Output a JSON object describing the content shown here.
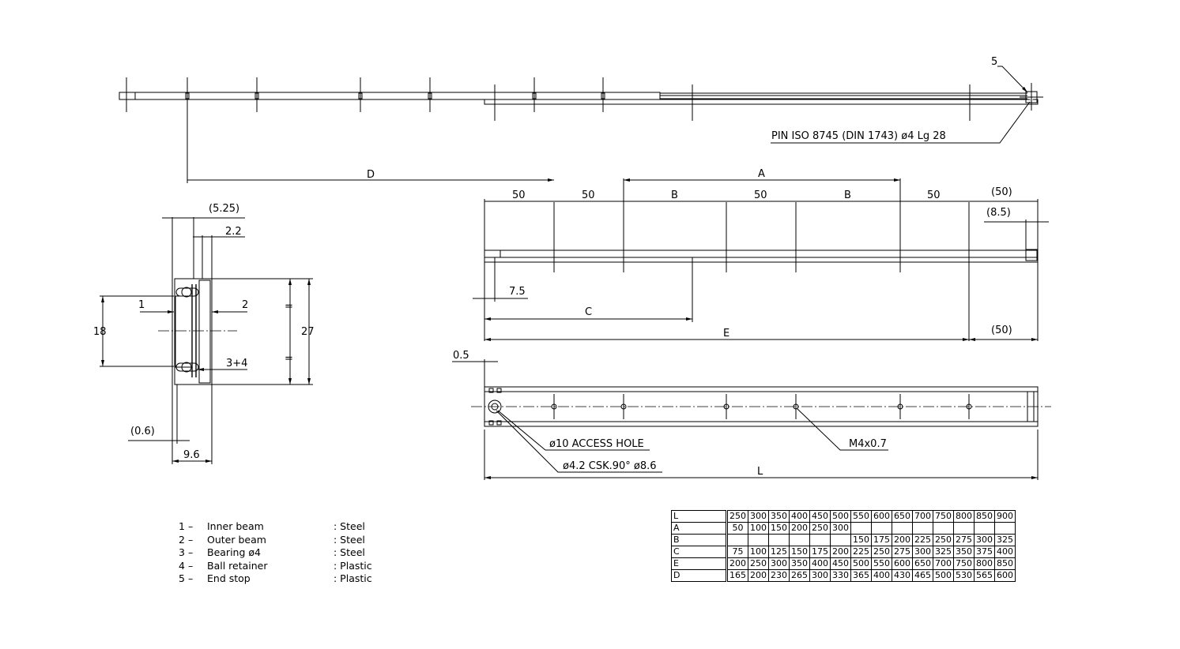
{
  "drawing": {
    "title_note": "Telescopic slide technical drawing",
    "callouts": {
      "end_stop_ref": "5",
      "pin_spec": "PIN ISO 8745 (DIN 1743) ø4 Lg 28",
      "access_hole": "ø10 ACCESS HOLE",
      "countersink": "ø4.2 CSK.90° ø8.6",
      "thread": "M4x0.7"
    },
    "top_view_dims": {
      "D": "D"
    },
    "side_view_dims": {
      "A": "A",
      "seg1": "50",
      "seg2": "50",
      "seg3": "B",
      "seg4": "50",
      "seg5": "B",
      "seg6": "50",
      "seg7": "(50)",
      "end_offset": "(8.5)",
      "start_offset": "7.5",
      "C": "C",
      "E": "E",
      "tail": "(50)"
    },
    "bottom_view_dims": {
      "edge": "0.5",
      "L": "L"
    },
    "section_dims": {
      "w_total": "(5.25)",
      "w_inner": "2.2",
      "h_inner": "18",
      "h_total": "27",
      "eq_top": "=",
      "eq_bottom": "=",
      "lbl1": "1",
      "lbl2": "2",
      "lbl34": "3+4",
      "gap": "(0.6)",
      "width": "9.6"
    }
  },
  "legend": [
    {
      "num": "1",
      "dash": "–",
      "name": "Inner beam",
      "material": ": Steel"
    },
    {
      "num": "2",
      "dash": "–",
      "name": "Outer beam",
      "material": ": Steel"
    },
    {
      "num": "3",
      "dash": "–",
      "name": "Bearing ø4",
      "material": ": Steel"
    },
    {
      "num": "4",
      "dash": "–",
      "name": "Ball retainer",
      "material": ": Plastic"
    },
    {
      "num": "5",
      "dash": "–",
      "name": "End stop",
      "material": ": Plastic"
    }
  ],
  "dimension_table": {
    "rows": [
      {
        "label": "L",
        "values": [
          "250",
          "300",
          "350",
          "400",
          "450",
          "500",
          "550",
          "600",
          "650",
          "700",
          "750",
          "800",
          "850",
          "900"
        ]
      },
      {
        "label": "A",
        "values": [
          "50",
          "100",
          "150",
          "200",
          "250",
          "300",
          "",
          "",
          "",
          "",
          "",
          "",
          "",
          ""
        ]
      },
      {
        "label": "B",
        "values": [
          "",
          "",
          "",
          "",
          "",
          "",
          "150",
          "175",
          "200",
          "225",
          "250",
          "275",
          "300",
          "325"
        ]
      },
      {
        "label": "C",
        "values": [
          "75",
          "100",
          "125",
          "150",
          "175",
          "200",
          "225",
          "250",
          "275",
          "300",
          "325",
          "350",
          "375",
          "400"
        ]
      },
      {
        "label": "E",
        "values": [
          "200",
          "250",
          "300",
          "350",
          "400",
          "450",
          "500",
          "550",
          "600",
          "650",
          "700",
          "750",
          "800",
          "850"
        ]
      },
      {
        "label": "D",
        "values": [
          "165",
          "200",
          "230",
          "265",
          "300",
          "330",
          "365",
          "400",
          "430",
          "465",
          "500",
          "530",
          "565",
          "600"
        ]
      }
    ]
  }
}
